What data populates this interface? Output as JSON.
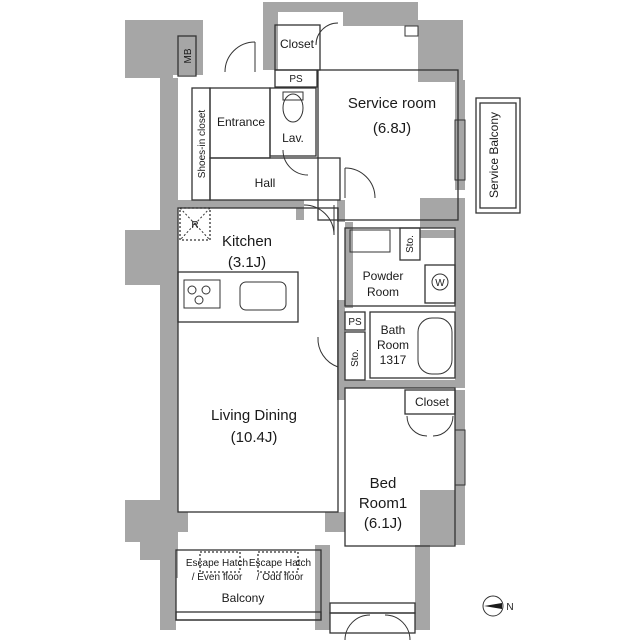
{
  "rooms": {
    "service_room": {
      "name": "Service room",
      "size": "(6.8J)"
    },
    "service_balcony": {
      "name": "Service Balcony"
    },
    "closet_top": {
      "name": "Closet"
    },
    "ps_top": {
      "name": "PS"
    },
    "mb": {
      "name": "MB"
    },
    "entrance": {
      "name": "Entrance"
    },
    "shoes_closet": {
      "name": "Shoes-in closet"
    },
    "lav": {
      "name": "Lav."
    },
    "hall": {
      "name": "Hall"
    },
    "kitchen": {
      "name": "Kitchen",
      "size": "(3.1J)"
    },
    "refrigerator": {
      "name": "R"
    },
    "storage_upper": {
      "name": "Sto."
    },
    "powder_room": {
      "line1": "Powder",
      "line2": "Room"
    },
    "washer": {
      "name": "W"
    },
    "ps_mid": {
      "name": "PS"
    },
    "bath_room": {
      "line1": "Bath",
      "line2": "Room",
      "line3": "1317"
    },
    "storage_lower": {
      "name": "Sto."
    },
    "living_dining": {
      "name": "Living Dining",
      "size": "(10.4J)"
    },
    "closet_bed": {
      "name": "Closet"
    },
    "bed_room": {
      "line1": "Bed",
      "line2": "Room1",
      "size": "(6.1J)"
    },
    "escape_even": {
      "line1": "Escape Hatch",
      "line2": "/ Even floor"
    },
    "escape_odd": {
      "line1": "Escape Hatch",
      "line2": "/ Odd floor"
    },
    "balcony": {
      "name": "Balcony"
    }
  },
  "compass": {
    "label": "N",
    "icon": "north-arrow-icon"
  },
  "colors": {
    "wall": "#a6a6a6",
    "line": "#333333",
    "background": "#ffffff"
  }
}
